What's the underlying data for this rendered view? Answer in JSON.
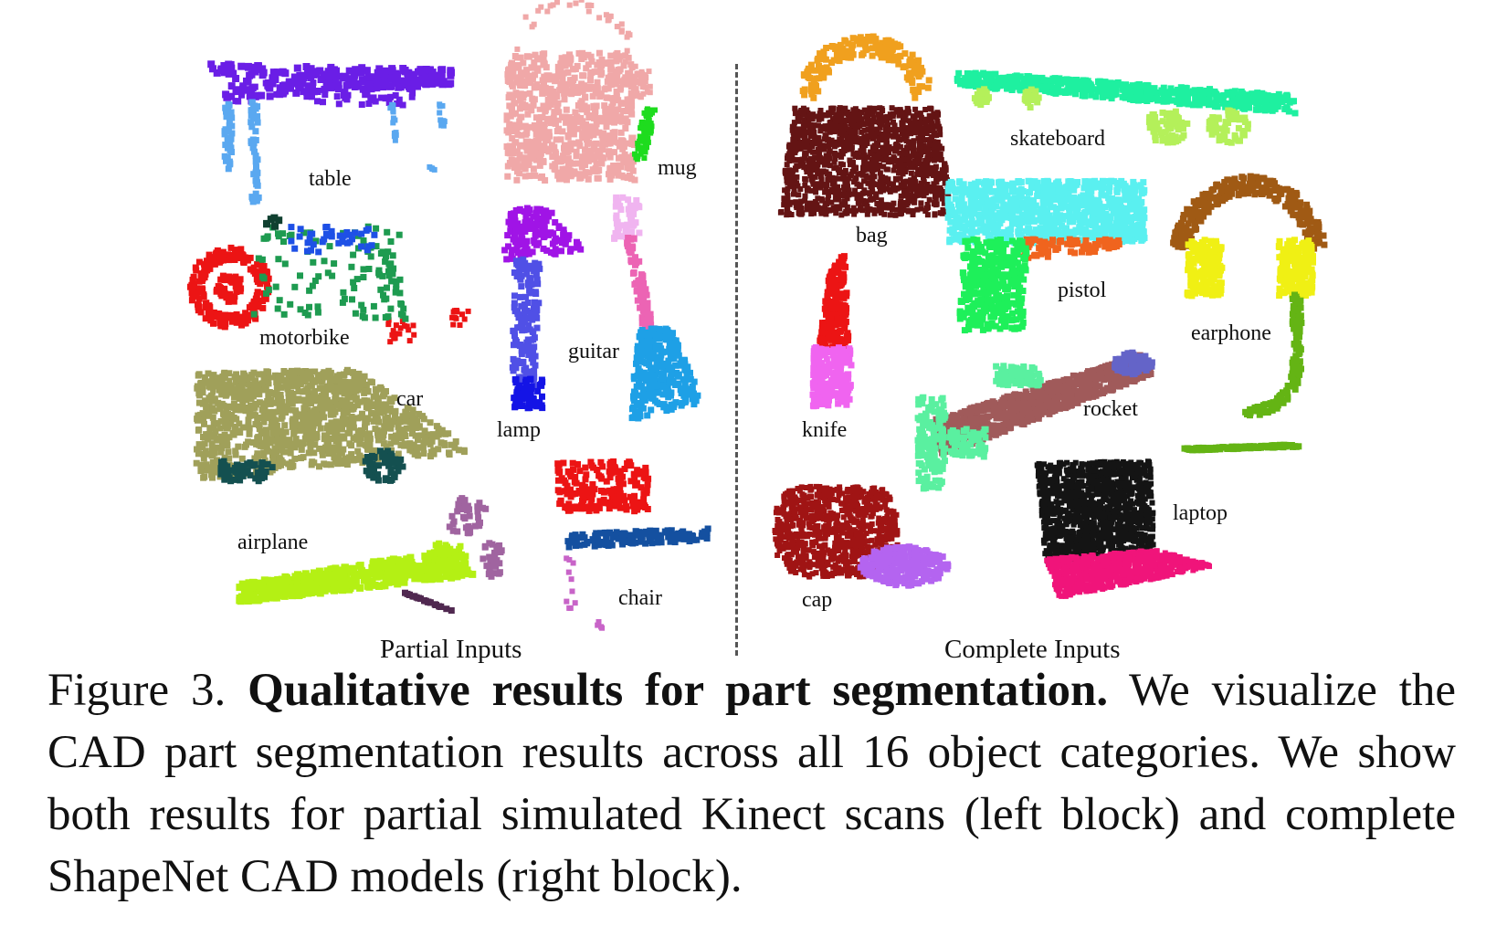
{
  "figure": {
    "blocks": {
      "left": "Partial Inputs",
      "right": "Complete Inputs"
    },
    "objects": [
      {
        "key": "table",
        "label": "table"
      },
      {
        "key": "mug",
        "label": "mug"
      },
      {
        "key": "motorbike",
        "label": "motorbike"
      },
      {
        "key": "lamp",
        "label": "lamp"
      },
      {
        "key": "guitar",
        "label": "guitar"
      },
      {
        "key": "car",
        "label": "car"
      },
      {
        "key": "airplane",
        "label": "airplane"
      },
      {
        "key": "chair",
        "label": "chair"
      },
      {
        "key": "bag",
        "label": "bag"
      },
      {
        "key": "skateboard",
        "label": "skateboard"
      },
      {
        "key": "pistol",
        "label": "pistol"
      },
      {
        "key": "earphone",
        "label": "earphone"
      },
      {
        "key": "knife",
        "label": "knife"
      },
      {
        "key": "rocket",
        "label": "rocket"
      },
      {
        "key": "cap",
        "label": "cap"
      },
      {
        "key": "laptop",
        "label": "laptop"
      }
    ],
    "colors": {
      "table_top": "#6a1ee6",
      "table_legs": "#5aa8f0",
      "mug_body": "#f0a8a8",
      "mug_handle": "#1edc1e",
      "motorbike_wheel": "#ec1414",
      "motorbike_frame": "#1e9b50",
      "motorbike_blue": "#1e50e6",
      "lamp_shade": "#a014e6",
      "lamp_pole": "#5050e6",
      "lamp_base": "#1414e6",
      "guitar_head": "#f0b4f0",
      "guitar_neck": "#ec64b4",
      "guitar_body": "#1ea0e6",
      "car_body": "#a0a05a",
      "car_wheels": "#145050",
      "airplane_body": "#b4f014",
      "airplane_engine": "#a064a0",
      "airplane_dark": "#502850",
      "chair_back": "#ec1414",
      "chair_seat": "#1450a0",
      "chair_legs": "#c864c8",
      "bag_handle": "#f0a01e",
      "bag_body": "#641414",
      "skateboard_deck": "#1ef0a0",
      "skateboard_wheels": "#b4f05a",
      "pistol_barrel": "#5af0f0",
      "pistol_trigger": "#f0641e",
      "pistol_grip": "#1ef05a",
      "earphone_band": "#a05a14",
      "earphone_cup": "#f0f014",
      "earphone_cord": "#64b414",
      "knife_blade": "#ec1414",
      "knife_handle": "#f064f0",
      "rocket_body": "#a05a5a",
      "rocket_fin": "#5af0a0",
      "rocket_nose": "#6464c8",
      "cap_crown": "#a01414",
      "cap_brim": "#b464f0",
      "laptop_screen": "#141414",
      "laptop_keyboard": "#f0147a"
    }
  },
  "caption": {
    "figure_number": "Figure 3.",
    "title": "Qualitative results for part segmentation.",
    "body": "We visualize the CAD part segmentation results across all 16 object categories. We show both results for partial simulated Kinect scans (left block) and complete ShapeNet CAD models (right block)."
  }
}
